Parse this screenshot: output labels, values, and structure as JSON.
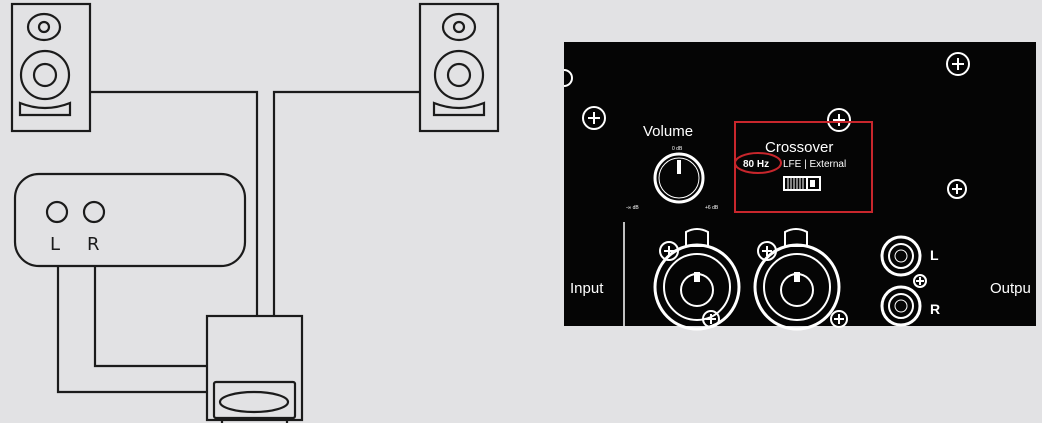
{
  "source_device": {
    "left_label": "L",
    "right_label": "R"
  },
  "rear_panel": {
    "volume": {
      "label": "Volume",
      "top_mark": "0 dB",
      "min_mark": "-∞ dB",
      "max_mark": "+6 dB"
    },
    "crossover": {
      "label": "Crossover",
      "selected_option": "80 Hz",
      "other_options": "LFE | External",
      "highlight_color": "#c8262c"
    },
    "input_label": "Input",
    "output_label": "Outpu",
    "output_left_label": "L",
    "output_right_label": "R"
  },
  "icons": [
    "speaker-icon",
    "subwoofer-icon",
    "knob-icon",
    "switch-icon",
    "xlr-jack-icon",
    "trs-jack-icon",
    "screw-icon"
  ]
}
